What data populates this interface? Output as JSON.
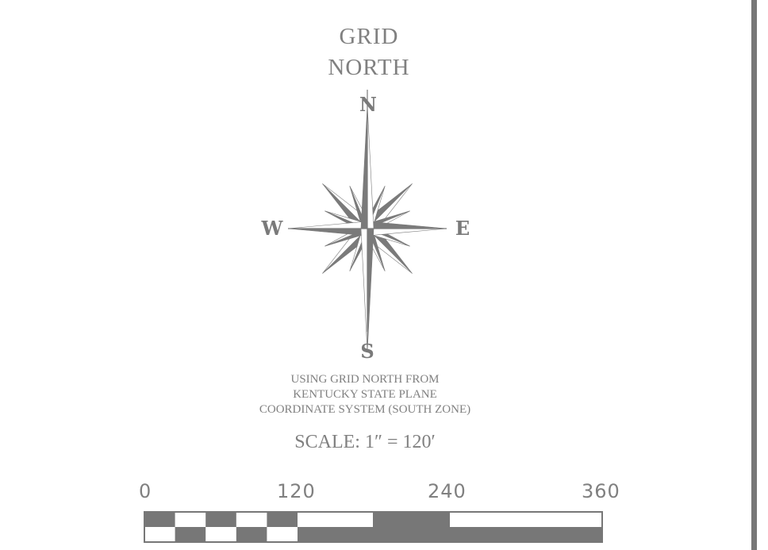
{
  "title": {
    "line1": "GRID",
    "line2": "NORTH"
  },
  "compass": {
    "north": "N",
    "south": "S",
    "west": "W",
    "east": "E"
  },
  "note": {
    "line1": "USING GRID NORTH FROM",
    "line2": "KENTUCKY STATE PLANE",
    "line3": "COORDINATE SYSTEM (SOUTH ZONE)"
  },
  "scale": {
    "label": "SCALE: 1″  = 120′",
    "ticks": [
      "0",
      "120",
      "240",
      "360"
    ],
    "color": "#777777"
  }
}
